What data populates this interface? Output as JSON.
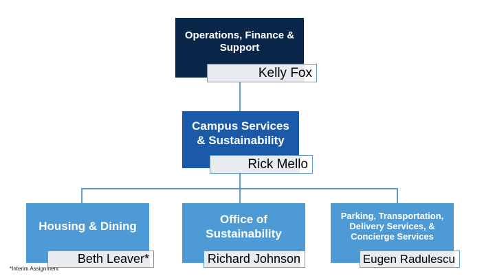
{
  "chart_data": {
    "type": "diagram",
    "diagram_type": "org-chart",
    "title": "",
    "levels": 3,
    "nodes": [
      {
        "id": "ops-finance-support",
        "level": 1,
        "unit": "Operations, Finance & Support",
        "person": "Kelly Fox",
        "color": "#0A2749",
        "parent": null
      },
      {
        "id": "campus-services-sustainability",
        "level": 2,
        "unit": "Campus Services & Sustainability",
        "person": "Rick Mello",
        "color": "#1B5AA8",
        "parent": "ops-finance-support"
      },
      {
        "id": "housing-dining",
        "level": 3,
        "unit": "Housing & Dining",
        "person": "Beth Leaver*",
        "color": "#4D9AD4",
        "parent": "campus-services-sustainability"
      },
      {
        "id": "office-of-sustainability",
        "level": 3,
        "unit": "Office of Sustainability",
        "person": "Richard Johnson",
        "color": "#4D9AD4",
        "parent": "campus-services-sustainability"
      },
      {
        "id": "parking-transportation",
        "level": 3,
        "unit": "Parking, Transportation, Delivery Services, & Concierge Services",
        "person": "Eugen Radulescu",
        "color": "#4D9AD4",
        "parent": "campus-services-sustainability"
      }
    ],
    "footnote": "*Interim Assignment",
    "connector_color": "#5B9BD5",
    "plate_border_color": "#5B9BD5",
    "plate_fill_color": "#FFFFFF",
    "plate_shade_color": "#E8EBEF",
    "background": "#FFFFFF"
  }
}
